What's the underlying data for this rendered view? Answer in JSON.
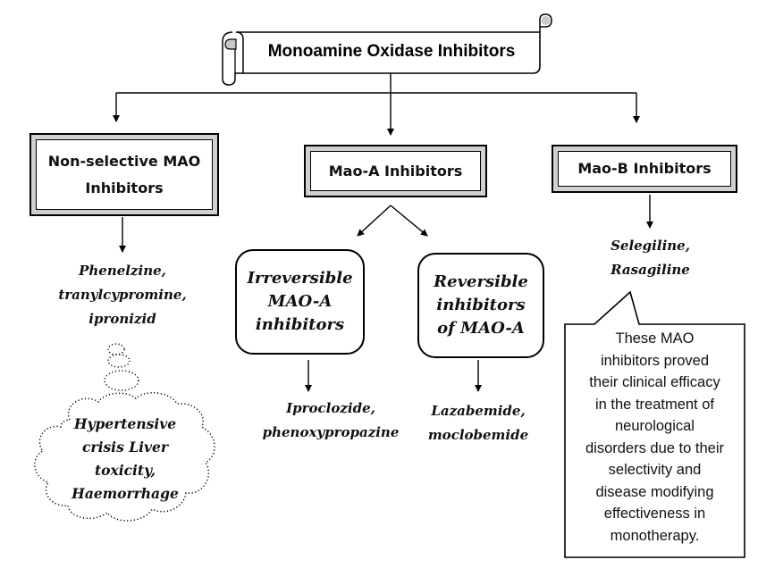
{
  "title": "Monoamine Oxidase Inhibitors",
  "categories": {
    "nonselective": {
      "label_line1": "Non-selective MAO",
      "label_line2": "Inhibitors"
    },
    "mao_a": {
      "label": "Mao-A Inhibitors"
    },
    "mao_b": {
      "label": "Mao-B Inhibitors"
    }
  },
  "mao_a_subtypes": {
    "irreversible": {
      "lines": [
        "Irreversible",
        "MAO-A",
        "inhibitors"
      ]
    },
    "reversible": {
      "lines": [
        "Reversible",
        "inhibitors",
        "of MAO-A"
      ]
    }
  },
  "drugs": {
    "nonselective": [
      "Phenelzine,",
      "tranylcypromine,",
      "ipronizid"
    ],
    "irreversible": [
      "Iproclozide,",
      "phenoxypropazine"
    ],
    "reversible": [
      "Lazabemide,",
      "moclobemide"
    ],
    "mao_b": [
      "Selegiline,",
      "Rasagiline"
    ]
  },
  "side_effects_cloud": [
    "Hypertensive",
    "crisis Liver",
    "toxicity,",
    "Haemorrhage"
  ],
  "mao_b_note": [
    "These MAO",
    "inhibitors proved",
    "their clinical efficacy",
    "in the treatment of",
    "neurological",
    "disorders due to their",
    "selectivity and",
    "disease modifying",
    "effectiveness in",
    "monotherapy."
  ],
  "colors": {
    "line": "#000000",
    "bevel": "#d0d0d0",
    "scroll_curl": "#c8c8c8",
    "background": "#ffffff"
  }
}
